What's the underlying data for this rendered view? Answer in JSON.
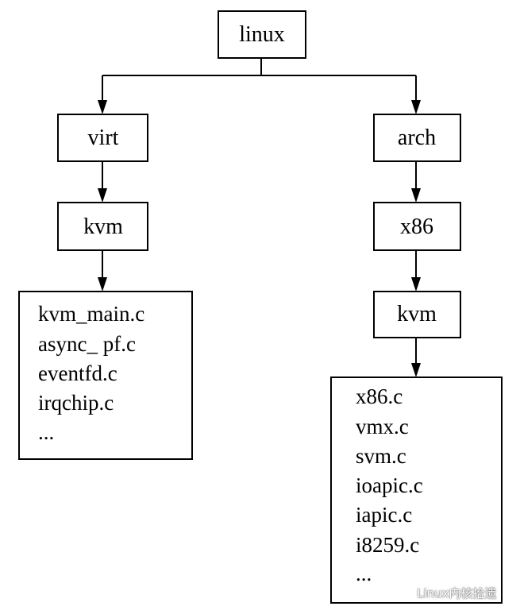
{
  "diagram": {
    "root": {
      "label": "linux"
    },
    "left_branch": {
      "nodes": [
        {
          "label": "virt"
        },
        {
          "label": "kvm"
        }
      ],
      "files": [
        "kvm_main.c",
        "async_ pf.c",
        "eventfd.c",
        "irqchip.c",
        "..."
      ]
    },
    "right_branch": {
      "nodes": [
        {
          "label": "arch"
        },
        {
          "label": "x86"
        },
        {
          "label": "kvm"
        }
      ],
      "files": [
        "x86.c",
        "vmx.c",
        "svm.c",
        "ioapic.c",
        "iapic.c",
        "i8259.c",
        "..."
      ]
    }
  },
  "watermark": {
    "text": "Linux内核拾遗",
    "icon": "wechat-icon"
  }
}
